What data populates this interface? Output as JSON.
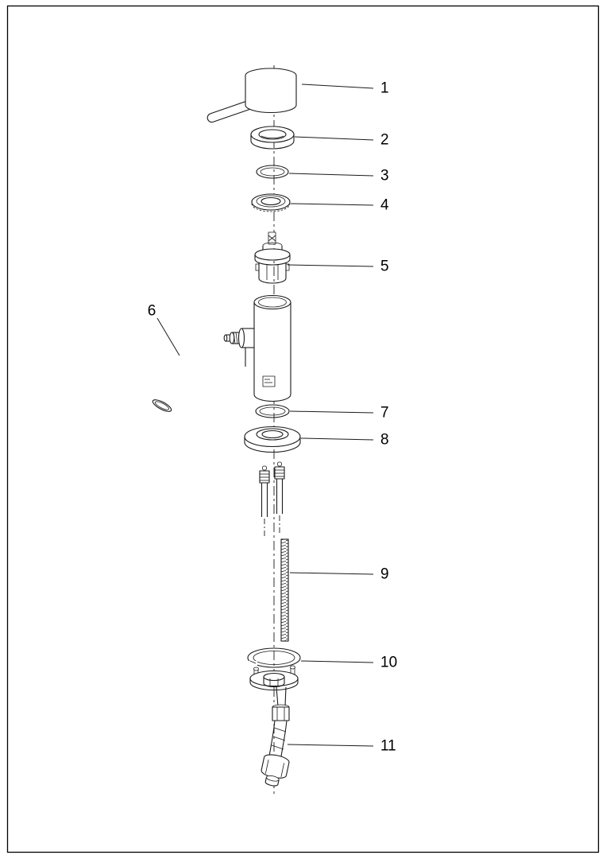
{
  "diagram": {
    "part_labels": [
      "1",
      "2",
      "3",
      "4",
      "5",
      "6",
      "7",
      "8",
      "9",
      "10",
      "11"
    ]
  }
}
